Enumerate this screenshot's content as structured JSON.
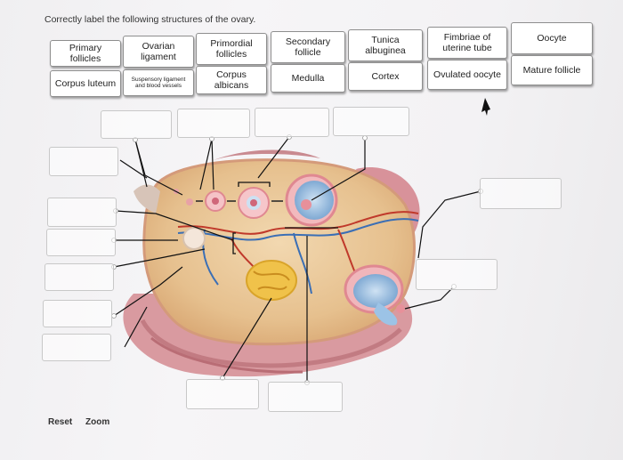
{
  "instruction": "Correctly label the following structures of the ovary.",
  "chips": {
    "primary_follicles": "Primary follicles",
    "ovarian_ligament": "Ovarian ligament",
    "primordial_follicles": "Primordial follicles",
    "secondary_follicle": "Secondary follicle",
    "tunica_albuginea": "Tunica albuginea",
    "fimbriae": "Fimbriae of uterine tube",
    "oocyte": "Oocyte",
    "corpus_luteum": "Corpus luteum",
    "suspensory": "Suspensory ligament and blood vessels",
    "corpus_albicans": "Corpus albicans",
    "medulla": "Medulla",
    "cortex": "Cortex",
    "ovulated_oocyte": "Ovulated oocyte",
    "mature_follicle": "Mature follicle"
  },
  "footer": {
    "reset": "Reset",
    "zoom": "Zoom"
  },
  "colors": {
    "tissue": "#e8c79a",
    "stroma_pink": "#d98a8f",
    "follicle_blue": "#8fb8dc"
  }
}
